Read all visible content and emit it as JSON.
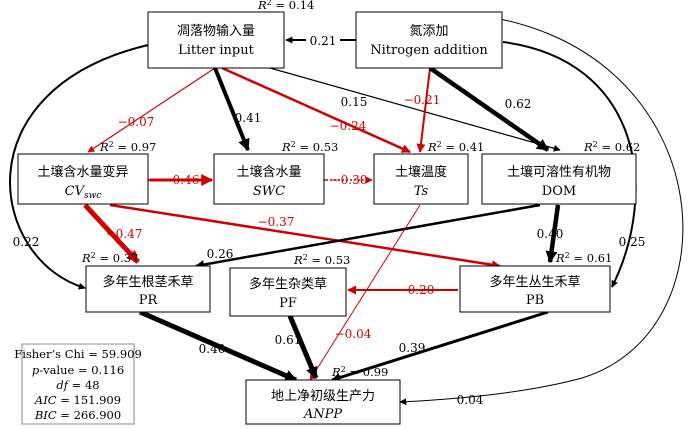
{
  "nodes": {
    "litter": {
      "zh": "凋落物输入量",
      "en": "Litter input",
      "r2": "0.14"
    },
    "nitrogen": {
      "zh": "氮添加",
      "en": "Nitrogen addition",
      "r2": ""
    },
    "cvswc": {
      "zh": "土壤含水量变异",
      "en_main": "CV",
      "en_sub": "swc",
      "r2": "0.97"
    },
    "swc": {
      "zh": "土壤含水量",
      "en": "SWC",
      "r2": "0.53"
    },
    "ts": {
      "zh": "土壤温度",
      "en": "Ts",
      "r2": "0.41"
    },
    "dom": {
      "zh": "土壤可溶性有机物",
      "en": "DOM",
      "r2": "0.62"
    },
    "pr": {
      "zh": "多年生根茎禾草",
      "en": "PR",
      "r2": "0.37"
    },
    "pf": {
      "zh": "多年生杂类草",
      "en": "PF",
      "r2": "0.53"
    },
    "pb": {
      "zh": "多年生丛生禾草",
      "en": "PB",
      "r2": "0.61"
    },
    "anpp": {
      "zh": "地上净初级生产力",
      "en": "ANPP",
      "r2": "0.99"
    }
  },
  "r2_prefix": "R",
  "paths": [
    {
      "id": "n_litter",
      "value": "0.21",
      "sign": "positive"
    },
    {
      "id": "litter_cvswc",
      "value": "−0.07",
      "sign": "negative"
    },
    {
      "id": "litter_swc",
      "value": "0.41",
      "sign": "positive"
    },
    {
      "id": "litter_ts",
      "value": "−0.24",
      "sign": "negative"
    },
    {
      "id": "litter_dom",
      "value": "0.15",
      "sign": "positive"
    },
    {
      "id": "n_ts",
      "value": "−0.21",
      "sign": "negative"
    },
    {
      "id": "n_dom",
      "value": "0.62",
      "sign": "positive"
    },
    {
      "id": "cvswc_swc",
      "value": "−0.46",
      "sign": "negative"
    },
    {
      "id": "swc_ts",
      "value": "−0.30",
      "sign": "negative"
    },
    {
      "id": "litter_pr",
      "value": "0.22",
      "sign": "positive"
    },
    {
      "id": "cvswc_pr",
      "value": "−0.47",
      "sign": "negative"
    },
    {
      "id": "cvswc_pb",
      "value": "−0.37",
      "sign": "negative"
    },
    {
      "id": "dom_pr",
      "value": "0.26",
      "sign": "positive"
    },
    {
      "id": "dom_pb",
      "value": "0.40",
      "sign": "positive"
    },
    {
      "id": "n_pb",
      "value": "0.25",
      "sign": "positive"
    },
    {
      "id": "pb_pf",
      "value": "−0.20",
      "sign": "negative"
    },
    {
      "id": "ts_anpp",
      "value": "−0.04",
      "sign": "negative"
    },
    {
      "id": "pr_anpp",
      "value": "0.40",
      "sign": "positive"
    },
    {
      "id": "pf_anpp",
      "value": "0.61",
      "sign": "positive"
    },
    {
      "id": "pb_anpp",
      "value": "0.39",
      "sign": "positive"
    },
    {
      "id": "n_anpp",
      "value": "0.04",
      "sign": "positive"
    }
  ],
  "stats": {
    "chi": "Fisher’s Chi = 59.909",
    "p_label": "p",
    "p_rest": "-value = 0.116",
    "df_label": "df",
    "df_rest": " = 48",
    "aic_label": "AIC",
    "aic_rest": " = 151.909",
    "bic_label": "BIC",
    "bic_rest": " = 266.900"
  },
  "colors": {
    "positive": "#000000",
    "negative": "#d00000"
  }
}
